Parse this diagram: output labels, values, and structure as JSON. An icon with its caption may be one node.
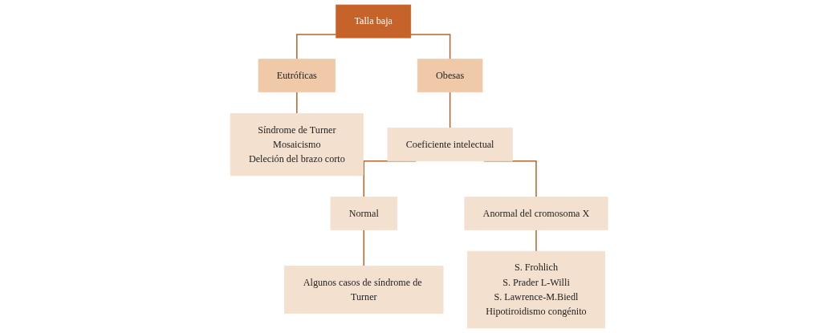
{
  "diagram": {
    "nodes": [
      {
        "text": [
          "Talla baja"
        ]
      },
      {
        "text": [
          "Eutróficas"
        ]
      },
      {
        "text": [
          "Síndrome de Turner",
          "Mosaicismo",
          "Deleción del brazo corto"
        ]
      },
      {
        "text": [
          "Obesas"
        ]
      },
      {
        "text": [
          "Coeficiente intelectual"
        ]
      },
      {
        "text": [
          "Normal"
        ]
      },
      {
        "text": [
          "Algunos casos de síndrome de Turner"
        ]
      },
      {
        "text": [
          "Anormal del cromosoma X"
        ]
      },
      {
        "text": [
          "S. Frohlich",
          "S. Prader L-Willi",
          "S. Lawrence-M.Biedl",
          "Hipotiroidismo congénito"
        ]
      }
    ],
    "edges": [
      {
        "from": 0,
        "to": 1,
        "arrow": "none"
      },
      {
        "from": 1,
        "to": 2,
        "arrow": "none"
      },
      {
        "from": 0,
        "to": 3,
        "arrow": "none"
      },
      {
        "from": 3,
        "to": 4,
        "arrow": "none"
      },
      {
        "from": 4,
        "to": 5,
        "arrow": "none"
      },
      {
        "from": 5,
        "to": 6,
        "arrow": "none"
      },
      {
        "from": 4,
        "to": 7,
        "arrow": "none"
      },
      {
        "from": 7,
        "to": 8,
        "arrow": "none"
      }
    ]
  }
}
